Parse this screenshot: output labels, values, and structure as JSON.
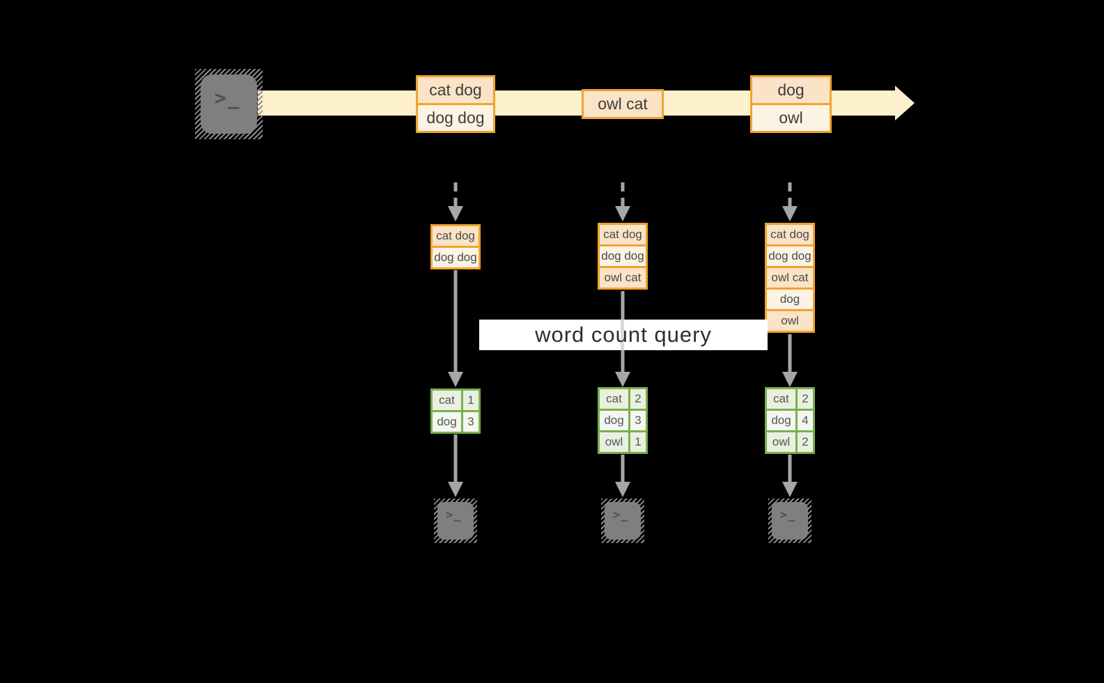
{
  "colors": {
    "background": "#000000",
    "stream_band": "#fcf0cd",
    "record_border": "#f0a42d",
    "record_fill_dark": "#fae3c6",
    "record_fill_light": "#fcf3e4",
    "table_border": "#7aaf4f",
    "table_fill_dark": "#e9f0e0",
    "table_fill_light": "#f4f7f0",
    "arrow_gray": "#a6a6a6",
    "terminal_gray": "#7f7f7f",
    "banner_background": "#ffffff"
  },
  "icons": {
    "source": "terminal-icon",
    "sink": "terminal-icon",
    "prompt_glyph": ">_"
  },
  "stream": {
    "batches": [
      {
        "lines": [
          "cat dog",
          "dog dog"
        ]
      },
      {
        "lines": [
          "owl cat"
        ]
      },
      {
        "lines": [
          "dog",
          "owl"
        ]
      }
    ]
  },
  "query": {
    "label": "word count query"
  },
  "pipelines": [
    {
      "window": [
        "cat dog",
        "dog dog"
      ],
      "counts": [
        {
          "word": "cat",
          "count": 1
        },
        {
          "word": "dog",
          "count": 3
        }
      ]
    },
    {
      "window": [
        "cat dog",
        "dog dog",
        "owl cat"
      ],
      "counts": [
        {
          "word": "cat",
          "count": 2
        },
        {
          "word": "dog",
          "count": 3
        },
        {
          "word": "owl",
          "count": 1
        }
      ]
    },
    {
      "window": [
        "cat dog",
        "dog dog",
        "owl cat",
        "dog",
        "owl"
      ],
      "counts": [
        {
          "word": "cat",
          "count": 2
        },
        {
          "word": "dog",
          "count": 4
        },
        {
          "word": "owl",
          "count": 2
        }
      ]
    }
  ]
}
